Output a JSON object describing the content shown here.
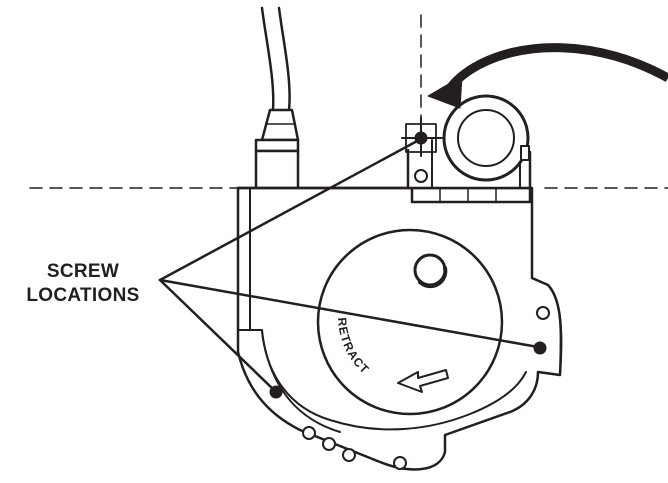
{
  "labels": {
    "callout_line1": "SCREW",
    "callout_line2": "LOCATIONS",
    "dial_text": "RETRACT"
  },
  "colors": {
    "ink": "#231f20",
    "background": "#ffffff"
  }
}
